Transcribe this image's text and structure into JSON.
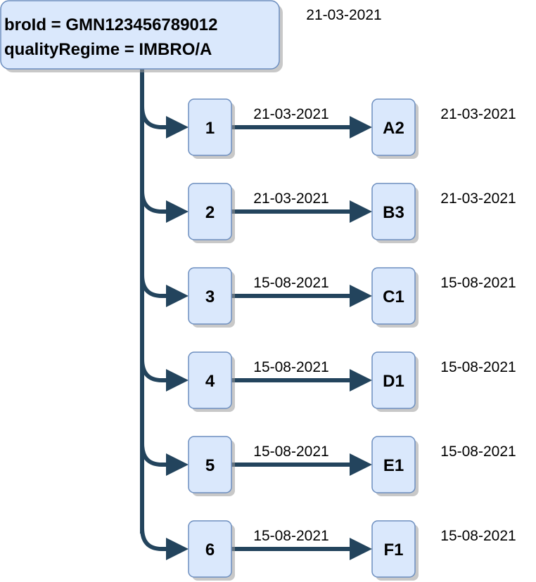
{
  "root": {
    "line1": "broId = GMN123456789012",
    "line2": "qualityRegime = IMBRO/A",
    "date": "21-03-2021"
  },
  "rows": [
    {
      "index": "1",
      "link_date": "21-03-2021",
      "target": "A2",
      "target_date": "21-03-2021"
    },
    {
      "index": "2",
      "link_date": "21-03-2021",
      "target": "B3",
      "target_date": "21-03-2021"
    },
    {
      "index": "3",
      "link_date": "15-08-2021",
      "target": "C1",
      "target_date": "15-08-2021"
    },
    {
      "index": "4",
      "link_date": "15-08-2021",
      "target": "D1",
      "target_date": "15-08-2021"
    },
    {
      "index": "5",
      "link_date": "15-08-2021",
      "target": "E1",
      "target_date": "15-08-2021"
    },
    {
      "index": "6",
      "link_date": "15-08-2021",
      "target": "F1",
      "target_date": "15-08-2021"
    }
  ],
  "colors": {
    "node_fill": "#dae8fc",
    "node_stroke": "#6c8ebf",
    "connector": "#23445d"
  }
}
